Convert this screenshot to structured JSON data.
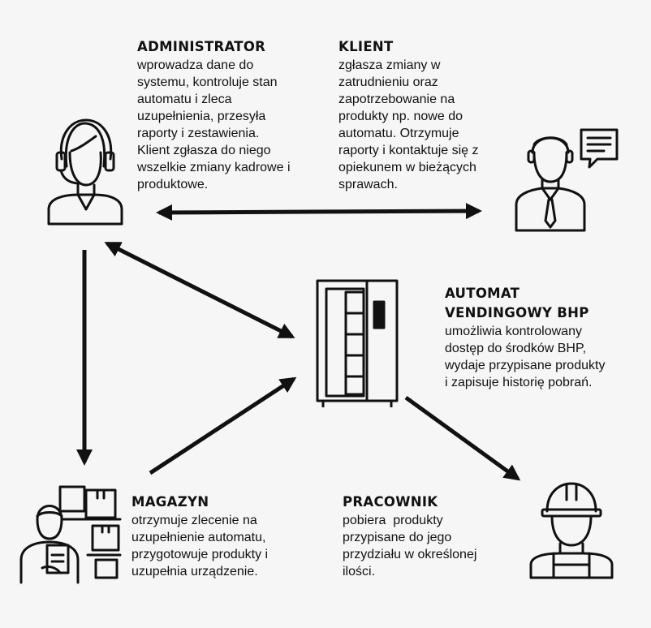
{
  "administrator": {
    "title": "ADMINISTRATOR",
    "lines": [
      "wprowadza dane do",
      "systemu, kontroluje stan",
      "automatu i zleca",
      "uzupełnienia, przesyła",
      "raporty i zestawienia.",
      "Klient zgłasza do niego",
      "wszelkie zmiany kadrowe i",
      "produktowe."
    ]
  },
  "klient": {
    "title": "KLIENT",
    "lines": [
      "zgłasza zmiany w",
      "zatrudnieniu oraz",
      "zapotrzebowanie na",
      "produkty np. nowe do",
      "automatu. Otrzymuje",
      "raporty i kontaktuje się z",
      "opiekunem w bieżących",
      "sprawach."
    ]
  },
  "automat": {
    "title_lines": [
      "AUTOMAT",
      "VENDINGOWY BHP"
    ],
    "lines": [
      "umożliwia kontrolowany",
      "dostęp do środków BHP,",
      "wydaje przypisane produkty",
      "i zapisuje historię pobrań."
    ]
  },
  "magazyn": {
    "title": "MAGAZYN",
    "lines": [
      "otrzymuje zlecenie na",
      "uzupełnienie automatu,",
      "przygotowuje produkty i",
      "uzupełnia urządzenie."
    ]
  },
  "pracownik": {
    "title": "PRACOWNIK",
    "lines": [
      "pobiera  produkty",
      "przypisane do jego",
      "przydziału w określonej",
      "ilości."
    ]
  },
  "colors": {
    "background": "#f6f6f6",
    "ink": "#111111"
  },
  "icons": {
    "administrator": "headset-operator-icon",
    "klient": "businessman-chat-icon",
    "automat": "vending-machine-icon",
    "magazyn": "warehouse-worker-icon",
    "pracownik": "construction-worker-icon"
  }
}
